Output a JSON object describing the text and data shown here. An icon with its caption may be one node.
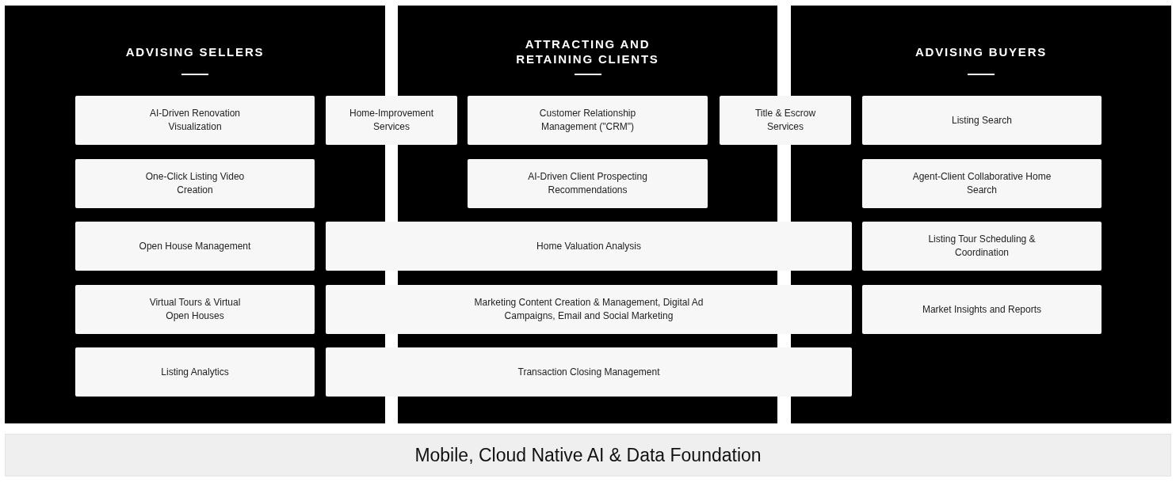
{
  "diagram": {
    "nodes": [
      {
        "text": [
          "ADVISING SELLERS"
        ]
      },
      {
        "text": [
          "ATTRACTING AND RETAINING CLIENTS"
        ]
      },
      {
        "text": [
          "ADVISING BUYERS"
        ]
      },
      {
        "text": [
          "AI-Driven Renovation Visualization"
        ],
        "in": 0
      },
      {
        "text": [
          "Home-Improvement Services"
        ]
      },
      {
        "text": [
          "Customer Relationship Management (\"CRM\")"
        ],
        "in": 1
      },
      {
        "text": [
          "Title & Escrow Services"
        ]
      },
      {
        "text": [
          "Listing Search"
        ],
        "in": 2
      },
      {
        "text": [
          "One-Click Listing Video Creation"
        ],
        "in": 0
      },
      {
        "text": [
          "AI-Driven Client Prospecting Recommendations"
        ],
        "in": 1
      },
      {
        "text": [
          "Agent-Client Collaborative Home Search"
        ],
        "in": 2
      },
      {
        "text": [
          "Open House Management"
        ],
        "in": 0
      },
      {
        "text": [
          "Home Valuation Analysis"
        ]
      },
      {
        "text": [
          "Listing Tour Scheduling & Coordination"
        ],
        "in": 2
      },
      {
        "text": [
          "Virtual Tours & Virtual Open Houses"
        ],
        "in": 0
      },
      {
        "text": [
          "Marketing Content Creation & Management, Digital Ad Campaigns, Email and Social Marketing"
        ]
      },
      {
        "text": [
          "Market Insights and Reports"
        ],
        "in": 2
      },
      {
        "text": [
          "Listing Analytics"
        ],
        "in": 0
      },
      {
        "text": [
          "Transaction Closing Management"
        ]
      },
      {
        "text": [
          "Mobile, Cloud Native AI & Data Foundation"
        ]
      }
    ]
  }
}
